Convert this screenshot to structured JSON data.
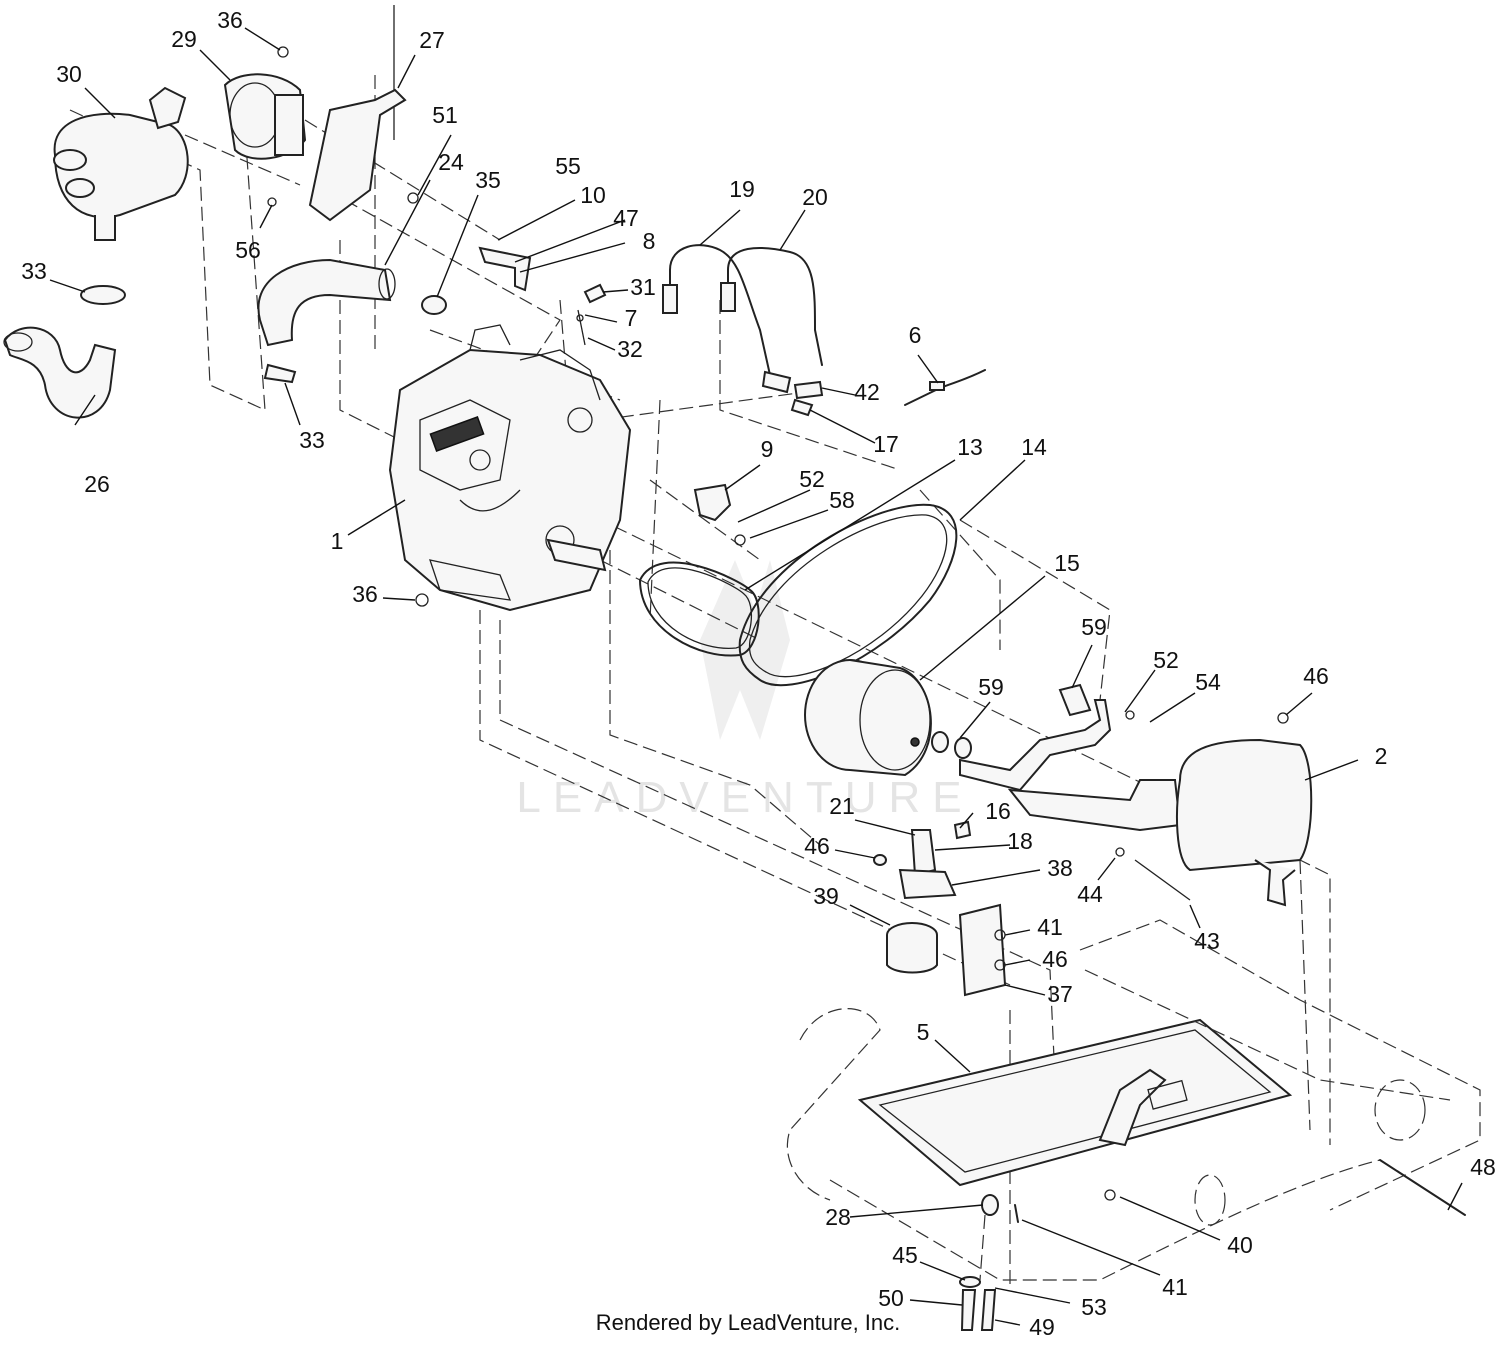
{
  "footer": "Rendered by LeadVenture, Inc.",
  "watermark": "LEADVENTURE",
  "callouts": [
    {
      "id": "c1",
      "label": "1"
    },
    {
      "id": "c2",
      "label": "2"
    },
    {
      "id": "c5",
      "label": "5"
    },
    {
      "id": "c6",
      "label": "6"
    },
    {
      "id": "c7",
      "label": "7"
    },
    {
      "id": "c8",
      "label": "8"
    },
    {
      "id": "c9",
      "label": "9"
    },
    {
      "id": "c10",
      "label": "10"
    },
    {
      "id": "c13",
      "label": "13"
    },
    {
      "id": "c14",
      "label": "14"
    },
    {
      "id": "c15",
      "label": "15"
    },
    {
      "id": "c16",
      "label": "16"
    },
    {
      "id": "c17",
      "label": "17"
    },
    {
      "id": "c18",
      "label": "18"
    },
    {
      "id": "c19",
      "label": "19"
    },
    {
      "id": "c20",
      "label": "20"
    },
    {
      "id": "c21",
      "label": "21"
    },
    {
      "id": "c24",
      "label": "24"
    },
    {
      "id": "c26",
      "label": "26"
    },
    {
      "id": "c27",
      "label": "27"
    },
    {
      "id": "c28",
      "label": "28"
    },
    {
      "id": "c29",
      "label": "29"
    },
    {
      "id": "c30",
      "label": "30"
    },
    {
      "id": "c31",
      "label": "31"
    },
    {
      "id": "c32",
      "label": "32"
    },
    {
      "id": "c33a",
      "label": "33"
    },
    {
      "id": "c33b",
      "label": "33"
    },
    {
      "id": "c35",
      "label": "35"
    },
    {
      "id": "c36a",
      "label": "36"
    },
    {
      "id": "c36b",
      "label": "36"
    },
    {
      "id": "c37",
      "label": "37"
    },
    {
      "id": "c38",
      "label": "38"
    },
    {
      "id": "c39",
      "label": "39"
    },
    {
      "id": "c40",
      "label": "40"
    },
    {
      "id": "c41a",
      "label": "41"
    },
    {
      "id": "c41b",
      "label": "41"
    },
    {
      "id": "c42",
      "label": "42"
    },
    {
      "id": "c43",
      "label": "43"
    },
    {
      "id": "c44",
      "label": "44"
    },
    {
      "id": "c45",
      "label": "45"
    },
    {
      "id": "c46a",
      "label": "46"
    },
    {
      "id": "c46b",
      "label": "46"
    },
    {
      "id": "c46c",
      "label": "46"
    },
    {
      "id": "c47",
      "label": "47"
    },
    {
      "id": "c48",
      "label": "48"
    },
    {
      "id": "c49",
      "label": "49"
    },
    {
      "id": "c50",
      "label": "50"
    },
    {
      "id": "c51",
      "label": "51"
    },
    {
      "id": "c52a",
      "label": "52"
    },
    {
      "id": "c52b",
      "label": "52"
    },
    {
      "id": "c53",
      "label": "53"
    },
    {
      "id": "c54",
      "label": "54"
    },
    {
      "id": "c55",
      "label": "55"
    },
    {
      "id": "c56",
      "label": "56"
    },
    {
      "id": "c58",
      "label": "58"
    },
    {
      "id": "c59a",
      "label": "59"
    },
    {
      "id": "c59b",
      "label": "59"
    }
  ]
}
